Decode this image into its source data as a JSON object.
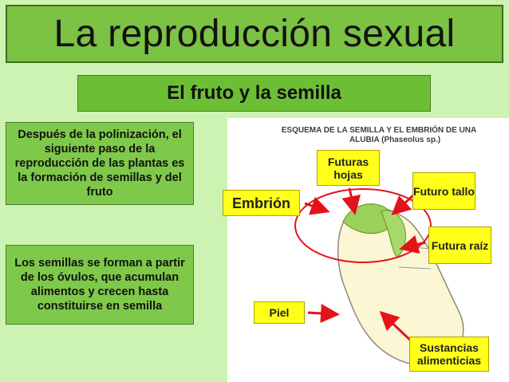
{
  "title": "La reproducción sexual",
  "subtitle": "El fruto y la semilla",
  "notes": [
    "Después de la polinización, el siguiente paso de la reproducción de las plantas es la formación de semillas y del fruto",
    "Los semillas se forman a partir de los óvulos, que acumulan alimentos y crecen hasta constituirse en semilla"
  ],
  "figure": {
    "title_line1": "ESQUEMA DE LA SEMILLA Y EL EMBRIÓN DE UNA",
    "title_line2": "ALUBIA (Phaseolus sp.)"
  },
  "labels": {
    "embrion": "Embrión",
    "hojas": "Futuras hojas",
    "tallo": "Futuro tallo",
    "raiz": "Futura raíz",
    "piel": "Piel",
    "sustancias": "Sustancias alimenticias"
  },
  "colors": {
    "background": "#ccf3b1",
    "title_box": "#7cc243",
    "note_box": "#7fc94a",
    "label_box": "#ffff1a",
    "arrow": "#e3131b"
  }
}
